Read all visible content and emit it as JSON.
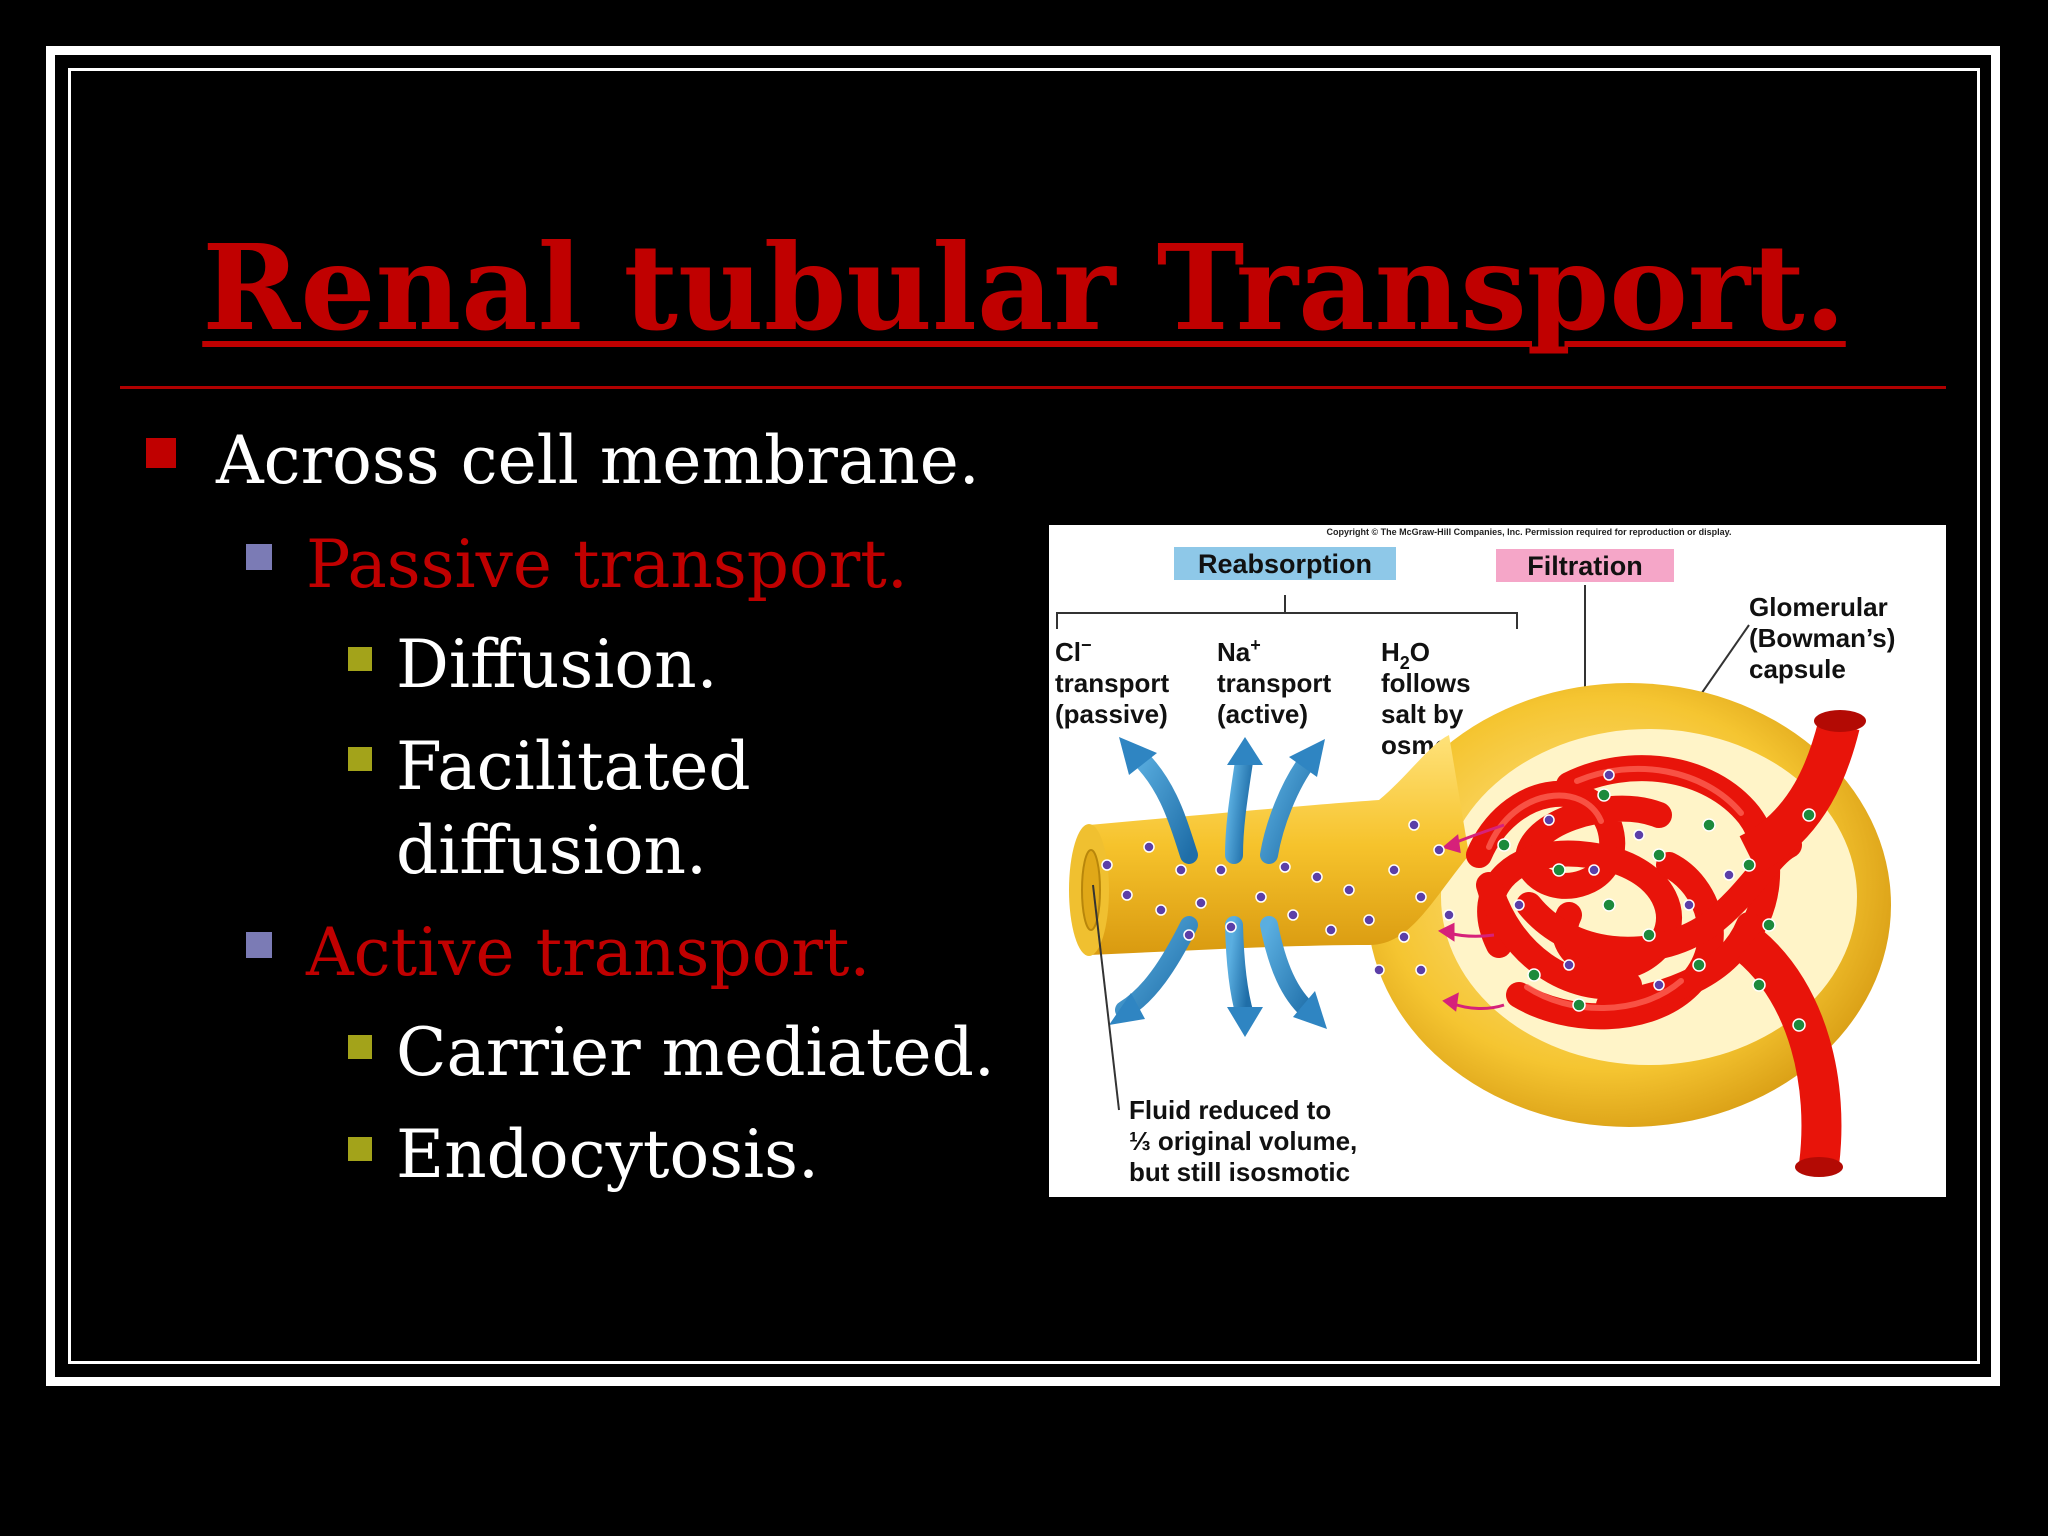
{
  "slide": {
    "title": "Renal tubular Transport.",
    "bullets": {
      "level1": "Across cell membrane.",
      "passive": "Passive transport.",
      "diffusion": "Diffusion.",
      "facilitated_1": "Facilitated",
      "facilitated_2": "diffusion.",
      "active": "Active transport.",
      "carrier": "Carrier mediated.",
      "endocytosis": "Endocytosis."
    },
    "colors": {
      "title": "#c00000",
      "bullet_l1": "#c00000",
      "bullet_l2": "#7b7bb5",
      "bullet_l3": "#a3a31a"
    }
  },
  "figure": {
    "copyright": "Copyright © The McGraw-Hill Companies, Inc. Permission required for reproduction or display.",
    "reabsorption": "Reabsorption",
    "filtration": "Filtration",
    "cl": {
      "ion": "Cl",
      "charge": "−",
      "l2": "transport",
      "l3": "(passive)"
    },
    "na": {
      "ion": "Na",
      "charge": "+",
      "l2": "transport",
      "l3": "(active)"
    },
    "h2o": {
      "h": "H",
      "sub": "2",
      "o": "O",
      "l2": "follows",
      "l3": "salt by",
      "l4": "osmosis"
    },
    "glomerular": {
      "l1": "Glomerular",
      "l2": "(Bowman’s)",
      "l3": "capsule"
    },
    "fluid": {
      "l1": "Fluid reduced to",
      "l2": "⅓ original volume,",
      "l3": "but still isosmotic"
    }
  }
}
